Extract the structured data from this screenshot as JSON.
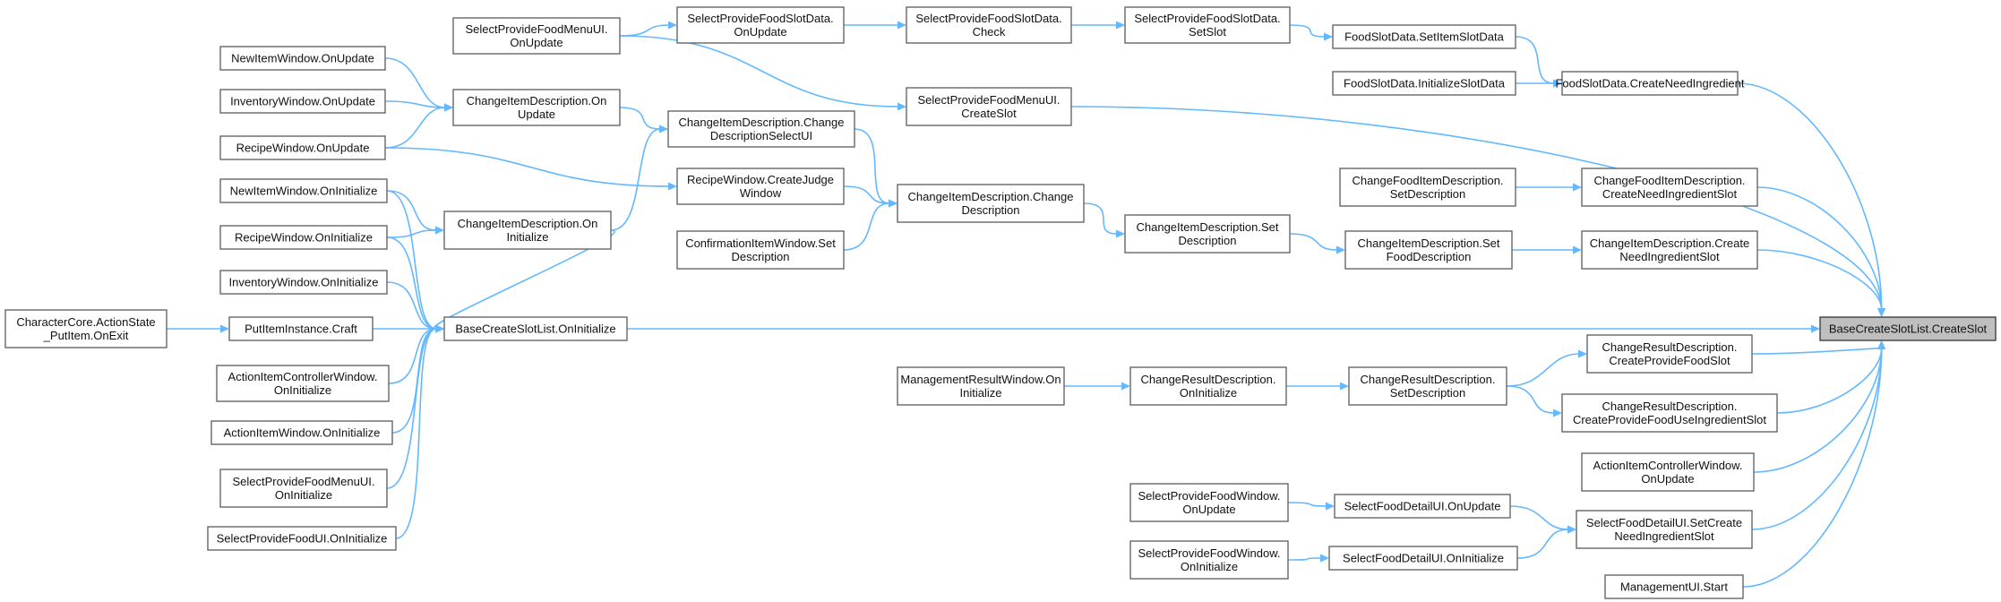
{
  "colors": {
    "edge": "#63b8ff",
    "node_border": "#666666",
    "focus_fill": "#bfbfbf"
  },
  "nodes": [
    {
      "id": "sp_menu_onupdate",
      "lines": [
        "SelectProvideFoodMenuUI.",
        "OnUpdate"
      ]
    },
    {
      "id": "spfsd_onupdate",
      "lines": [
        "SelectProvideFoodSlotData.",
        "OnUpdate"
      ]
    },
    {
      "id": "spfsd_check",
      "lines": [
        "SelectProvideFoodSlotData.",
        "Check"
      ]
    },
    {
      "id": "spfsd_setslot",
      "lines": [
        "SelectProvideFoodSlotData.",
        "SetSlot"
      ]
    },
    {
      "id": "fsd_setitem",
      "lines": [
        "FoodSlotData.SetItemSlotData"
      ]
    },
    {
      "id": "fsd_init",
      "lines": [
        "FoodSlotData.InitializeSlotData"
      ]
    },
    {
      "id": "fsd_createneed",
      "lines": [
        "FoodSlotData.CreateNeedIngredient"
      ]
    },
    {
      "id": "newitem_onupdate",
      "lines": [
        "NewItemWindow.OnUpdate"
      ]
    },
    {
      "id": "inventory_onupdate",
      "lines": [
        "InventoryWindow.OnUpdate"
      ]
    },
    {
      "id": "recipe_onupdate",
      "lines": [
        "RecipeWindow.OnUpdate"
      ]
    },
    {
      "id": "cid_onupdate",
      "lines": [
        "ChangeItemDescription.On",
        "Update"
      ]
    },
    {
      "id": "sp_menu_createslot",
      "lines": [
        "SelectProvideFoodMenuUI.",
        "CreateSlot"
      ]
    },
    {
      "id": "cid_changedesc_selectui",
      "lines": [
        "ChangeItemDescription.Change",
        "DescriptionSelectUI"
      ]
    },
    {
      "id": "recipe_createjudge",
      "lines": [
        "RecipeWindow.CreateJudge",
        "Window"
      ]
    },
    {
      "id": "cid_changedesc",
      "lines": [
        "ChangeItemDescription.Change",
        "Description"
      ]
    },
    {
      "id": "confirm_setdesc",
      "lines": [
        "ConfirmationItemWindow.Set",
        "Description"
      ]
    },
    {
      "id": "newitem_oninit",
      "lines": [
        "NewItemWindow.OnInitialize"
      ]
    },
    {
      "id": "recipe_oninit",
      "lines": [
        "RecipeWindow.OnInitialize"
      ]
    },
    {
      "id": "inventory_oninit",
      "lines": [
        "InventoryWindow.OnInitialize"
      ]
    },
    {
      "id": "cid_oninit",
      "lines": [
        "ChangeItemDescription.On",
        "Initialize"
      ]
    },
    {
      "id": "cfid_setdesc",
      "lines": [
        "ChangeFoodItemDescription.",
        "SetDescription"
      ]
    },
    {
      "id": "cfid_createneed",
      "lines": [
        "ChangeFoodItemDescription.",
        "CreateNeedIngredientSlot"
      ]
    },
    {
      "id": "cid_setdesc",
      "lines": [
        "ChangeItemDescription.Set",
        "Description"
      ]
    },
    {
      "id": "cid_setfooddesc",
      "lines": [
        "ChangeItemDescription.Set",
        "FoodDescription"
      ]
    },
    {
      "id": "cid_createneed",
      "lines": [
        "ChangeItemDescription.Create",
        "NeedIngredientSlot"
      ]
    },
    {
      "id": "charcore_onexit",
      "lines": [
        "CharacterCore.ActionState",
        "_PutItem.OnExit"
      ]
    },
    {
      "id": "putitem_craft",
      "lines": [
        "PutItemInstance.Craft"
      ]
    },
    {
      "id": "bcsl_oninit",
      "lines": [
        "BaseCreateSlotList.OnInitialize"
      ]
    },
    {
      "id": "bcsl_createslot",
      "lines": [
        "BaseCreateSlotList.CreateSlot"
      ]
    },
    {
      "id": "aicw_oninit",
      "lines": [
        "ActionItemControllerWindow.",
        "OnInitialize"
      ]
    },
    {
      "id": "aiw_oninit",
      "lines": [
        "ActionItemWindow.OnInitialize"
      ]
    },
    {
      "id": "sp_menu_oninit",
      "lines": [
        "SelectProvideFoodMenuUI.",
        "OnInitialize"
      ]
    },
    {
      "id": "spfui_oninit",
      "lines": [
        "SelectProvideFoodUI.OnInitialize"
      ]
    },
    {
      "id": "mrw_oninit",
      "lines": [
        "ManagementResultWindow.On",
        "Initialize"
      ]
    },
    {
      "id": "crd_oninit",
      "lines": [
        "ChangeResultDescription.",
        "OnInitialize"
      ]
    },
    {
      "id": "crd_setdesc",
      "lines": [
        "ChangeResultDescription.",
        "SetDescription"
      ]
    },
    {
      "id": "crd_createprovide",
      "lines": [
        "ChangeResultDescription.",
        "CreateProvideFoodSlot"
      ]
    },
    {
      "id": "crd_createprovideuse",
      "lines": [
        "ChangeResultDescription.",
        "CreateProvideFoodUseIngredientSlot"
      ]
    },
    {
      "id": "aicw_onupdate",
      "lines": [
        "ActionItemControllerWindow.",
        "OnUpdate"
      ]
    },
    {
      "id": "spfw_onupdate",
      "lines": [
        "SelectProvideFoodWindow.",
        "OnUpdate"
      ]
    },
    {
      "id": "sfdui_onupdate",
      "lines": [
        "SelectFoodDetailUI.OnUpdate"
      ]
    },
    {
      "id": "sfdui_setcreate",
      "lines": [
        "SelectFoodDetailUI.SetCreate",
        "NeedIngredientSlot"
      ]
    },
    {
      "id": "spfw_oninit",
      "lines": [
        "SelectProvideFoodWindow.",
        "OnInitialize"
      ]
    },
    {
      "id": "sfdui_oninit",
      "lines": [
        "SelectFoodDetailUI.OnInitialize"
      ]
    },
    {
      "id": "mgmtui_start",
      "lines": [
        "ManagementUI.Start"
      ]
    }
  ],
  "edges": [
    [
      "sp_menu_onupdate",
      "spfsd_onupdate"
    ],
    [
      "spfsd_onupdate",
      "spfsd_check"
    ],
    [
      "spfsd_check",
      "spfsd_setslot"
    ],
    [
      "spfsd_setslot",
      "fsd_setitem"
    ],
    [
      "fsd_setitem",
      "fsd_createneed"
    ],
    [
      "fsd_init",
      "fsd_createneed"
    ],
    [
      "fsd_createneed",
      "bcsl_createslot"
    ],
    [
      "sp_menu_onupdate",
      "sp_menu_createslot"
    ],
    [
      "sp_menu_createslot",
      "bcsl_createslot"
    ],
    [
      "newitem_onupdate",
      "cid_onupdate"
    ],
    [
      "inventory_onupdate",
      "cid_onupdate"
    ],
    [
      "recipe_onupdate",
      "cid_onupdate"
    ],
    [
      "recipe_onupdate",
      "recipe_createjudge"
    ],
    [
      "cid_onupdate",
      "cid_changedesc_selectui"
    ],
    [
      "cid_changedesc_selectui",
      "cid_changedesc"
    ],
    [
      "recipe_createjudge",
      "cid_changedesc"
    ],
    [
      "confirm_setdesc",
      "cid_changedesc"
    ],
    [
      "cid_changedesc",
      "cid_setdesc"
    ],
    [
      "cid_setdesc",
      "cid_setfooddesc"
    ],
    [
      "cid_setfooddesc",
      "cid_createneed"
    ],
    [
      "cid_createneed",
      "bcsl_createslot"
    ],
    [
      "cfid_setdesc",
      "cfid_createneed"
    ],
    [
      "cfid_createneed",
      "bcsl_createslot"
    ],
    [
      "newitem_oninit",
      "cid_oninit"
    ],
    [
      "recipe_oninit",
      "cid_oninit"
    ],
    [
      "cid_oninit",
      "cid_changedesc_selectui"
    ],
    [
      "cid_oninit",
      "bcsl_oninit"
    ],
    [
      "newitem_oninit",
      "bcsl_oninit"
    ],
    [
      "recipe_oninit",
      "bcsl_oninit"
    ],
    [
      "inventory_oninit",
      "bcsl_oninit"
    ],
    [
      "charcore_onexit",
      "putitem_craft"
    ],
    [
      "putitem_craft",
      "bcsl_oninit"
    ],
    [
      "aicw_oninit",
      "bcsl_oninit"
    ],
    [
      "aiw_oninit",
      "bcsl_oninit"
    ],
    [
      "sp_menu_oninit",
      "bcsl_oninit"
    ],
    [
      "spfui_oninit",
      "bcsl_oninit"
    ],
    [
      "bcsl_oninit",
      "bcsl_createslot"
    ],
    [
      "mrw_oninit",
      "crd_oninit"
    ],
    [
      "crd_oninit",
      "crd_setdesc"
    ],
    [
      "crd_setdesc",
      "crd_createprovide"
    ],
    [
      "crd_setdesc",
      "crd_createprovideuse"
    ],
    [
      "crd_createprovide",
      "bcsl_createslot"
    ],
    [
      "crd_createprovideuse",
      "bcsl_createslot"
    ],
    [
      "aicw_onupdate",
      "bcsl_createslot"
    ],
    [
      "spfw_onupdate",
      "sfdui_onupdate"
    ],
    [
      "sfdui_onupdate",
      "sfdui_setcreate"
    ],
    [
      "spfw_oninit",
      "sfdui_oninit"
    ],
    [
      "sfdui_oninit",
      "sfdui_setcreate"
    ],
    [
      "sfdui_setcreate",
      "bcsl_createslot"
    ],
    [
      "mgmtui_start",
      "bcsl_createslot"
    ]
  ],
  "focus_node": "bcsl_createslot"
}
